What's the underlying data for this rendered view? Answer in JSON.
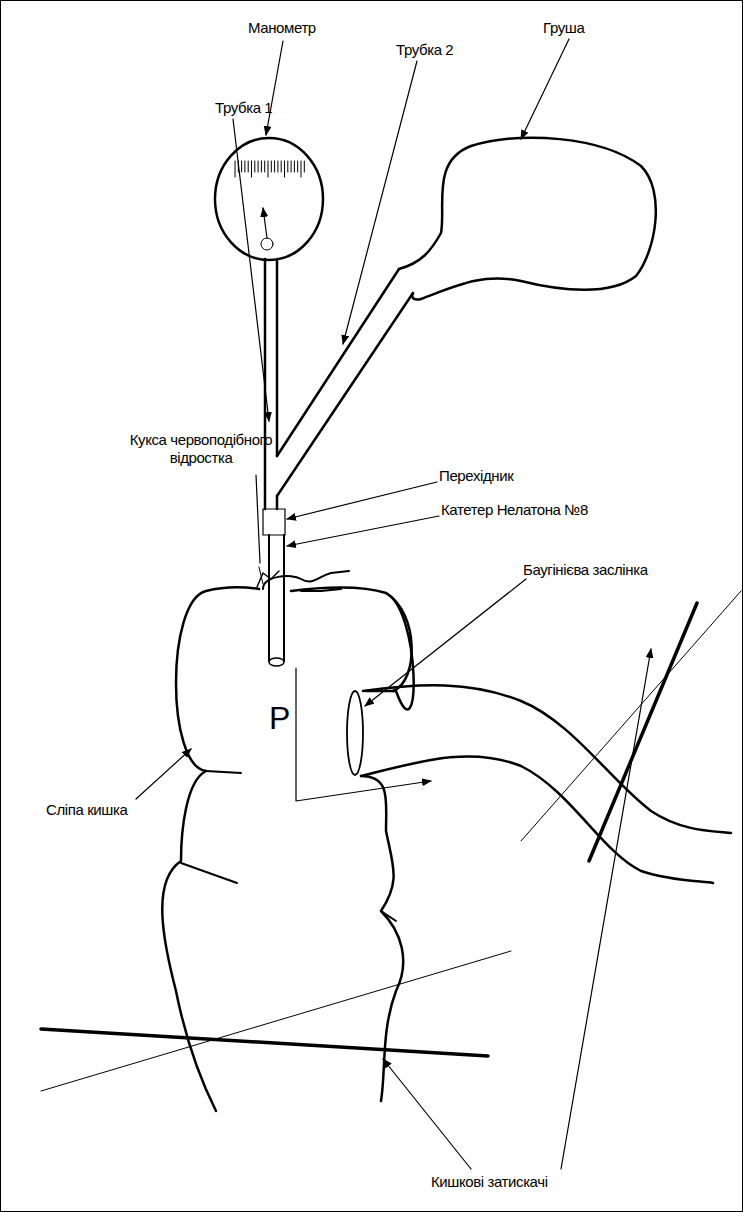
{
  "diagram": {
    "labels": [
      "Манометр",
      "Груша",
      "Трубка 2",
      "Трубка 1",
      "Кукса червоподібного відростка",
      "Перехідник",
      "Катетер Нелатона №8",
      "Баугінієва заслінка",
      "Сліпа кишка",
      "P",
      "Кишкові затискачі"
    ]
  }
}
